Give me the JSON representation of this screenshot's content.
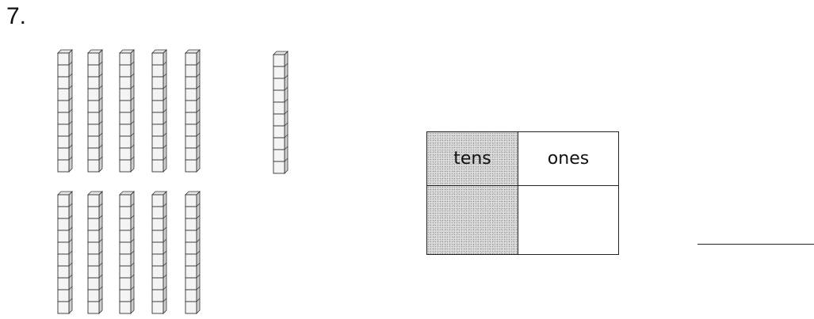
{
  "question": {
    "number": "7."
  },
  "blocks": {
    "tens_rods_top_row": 5,
    "tens_rods_bottom_row": 5,
    "tens_rods_separate": 1,
    "units_per_rod": 10
  },
  "place_value_table": {
    "headers": [
      "tens",
      "ones"
    ],
    "values": [
      "",
      ""
    ]
  },
  "answer": {
    "value": ""
  }
}
